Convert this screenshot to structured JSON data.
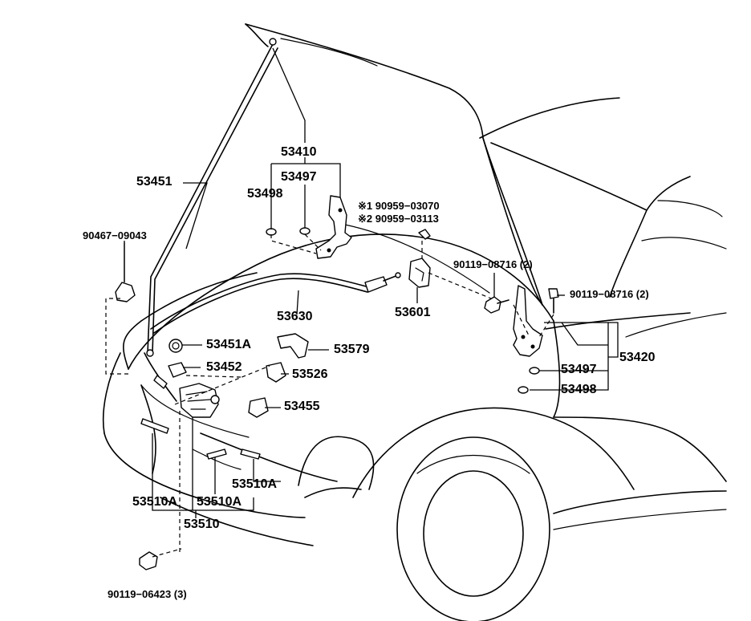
{
  "labels": {
    "p53410": "53410",
    "p53497_top": "53497",
    "p53498_top": "53498",
    "p53451": "53451",
    "p90467": "90467−09043",
    "note1": "※1 90959−03070",
    "note2": "※2 90959−03113",
    "p90119_a": "90119−08716 (2)",
    "p90119_b": "90119−08716 (2)",
    "p53630": "53630",
    "p53601": "53601",
    "p53451A": "53451A",
    "p53579": "53579",
    "p53452": "53452",
    "p53526": "53526",
    "p53455": "53455",
    "p53420": "53420",
    "p53497_right": "53497",
    "p53498_right": "53498",
    "p53510A_right": "53510A",
    "p53510A_left": "53510A",
    "p53510A_mid": "53510A",
    "p53510": "53510",
    "p90119_c": "90119−06423 (3)"
  }
}
